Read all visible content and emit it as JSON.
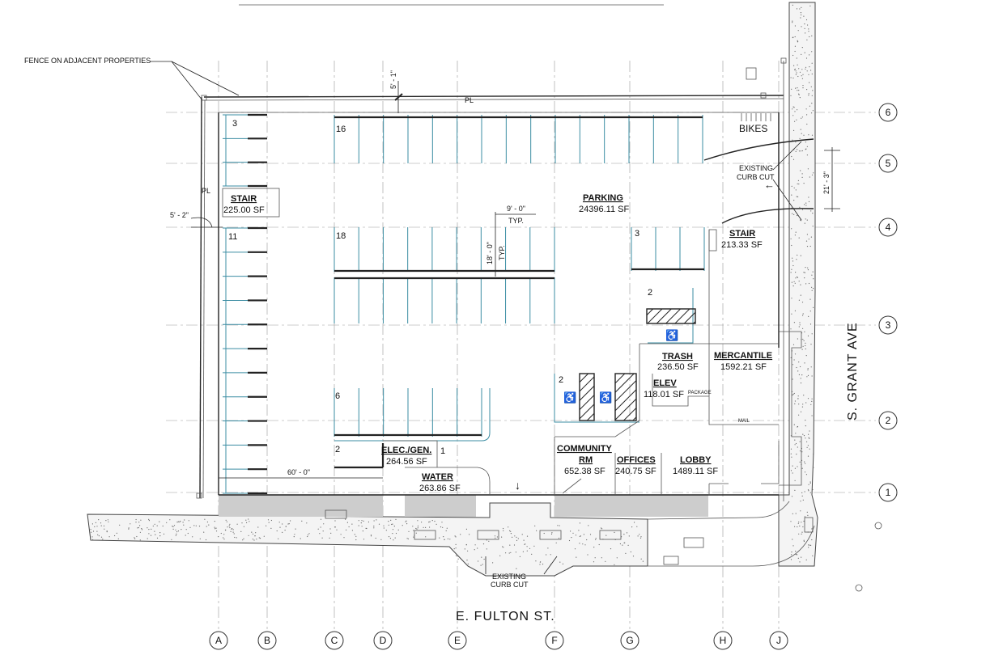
{
  "grid": {
    "columns": [
      "A",
      "B",
      "C",
      "D",
      "E",
      "F",
      "G",
      "H",
      "J"
    ],
    "rows": [
      "1",
      "2",
      "3",
      "4",
      "5",
      "6"
    ]
  },
  "rooms": {
    "stair_west": {
      "name": "STAIR",
      "area": "225.00 SF"
    },
    "parking": {
      "name": "PARKING",
      "area": "24396.11 SF"
    },
    "stair_east": {
      "name": "STAIR",
      "area": "213.33 SF"
    },
    "trash": {
      "name": "TRASH",
      "area": "236.50 SF"
    },
    "mercantile": {
      "name": "MERCANTILE",
      "area": "1592.21 SF"
    },
    "elev": {
      "name": "ELEV",
      "area": "118.01 SF"
    },
    "elec_gen": {
      "name": "ELEC./GEN.",
      "area": "264.56 SF"
    },
    "water": {
      "name": "WATER",
      "area": "263.86 SF"
    },
    "community": {
      "name1": "COMMUNITY",
      "name2": "RM",
      "area": "652.38 SF"
    },
    "offices": {
      "name": "OFFICES",
      "area": "240.75 SF"
    },
    "lobby": {
      "name": "LOBBY",
      "area": "1489.11 SF"
    }
  },
  "stall_counts": {
    "west": "3",
    "west_long": "11",
    "north": "16",
    "middle": "18",
    "south": "6",
    "south_west": "2",
    "south_single": "1",
    "east_upper": "3",
    "east_accessible": "2",
    "center_accessible": "2"
  },
  "labels": {
    "fence": "FENCE ON ADJACENT PROPERTIES",
    "pl_top": "PL",
    "pl_left": "PL",
    "bikes": "BIKES",
    "curb_cut_east_1": "EXISTING",
    "curb_cut_east_2": "CURB CUT",
    "curb_cut_south_1": "EXISTING",
    "curb_cut_south_2": "CURB CUT",
    "package": "PACKAGE",
    "mail": "MAIL",
    "street_south": "E. FULTON ST.",
    "street_east": "S. GRANT AVE"
  },
  "dimensions": {
    "top_setback": "5' - 1\"",
    "left_setback": "5' - 2\"",
    "stall_width": "9' - 0\"",
    "stall_width_note": "TYP.",
    "stall_depth": "18' - 0\"",
    "stall_depth_note": "TYP.",
    "curb_cut_width": "21' - 3\"",
    "span": "60' - 0\""
  }
}
